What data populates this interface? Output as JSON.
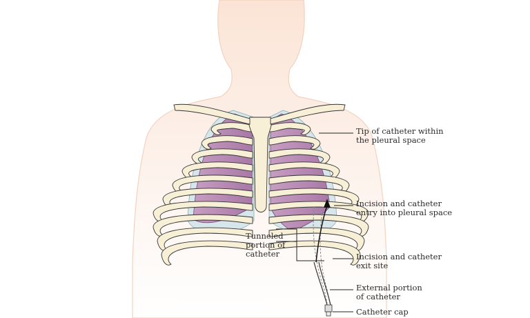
{
  "labels": {
    "tip": [
      "Tip of  catheter within",
      "the pleural space"
    ],
    "entry": [
      "Incision and catheter",
      "entry into pleural space"
    ],
    "tunneled": [
      "Tunneled",
      "portion of",
      "catheter"
    ],
    "exit": [
      "Incision and catheter",
      "exit site"
    ],
    "external": [
      "External portion",
      "of catheter"
    ],
    "cap": [
      "Catheter cap"
    ]
  },
  "colors": {
    "skin": "#fcebe1",
    "skin_outline": "#efc3a6",
    "lung": "#b98cb5",
    "bone": "#f7efd6",
    "pleura": "#cfe0e4",
    "line": "#222222"
  }
}
